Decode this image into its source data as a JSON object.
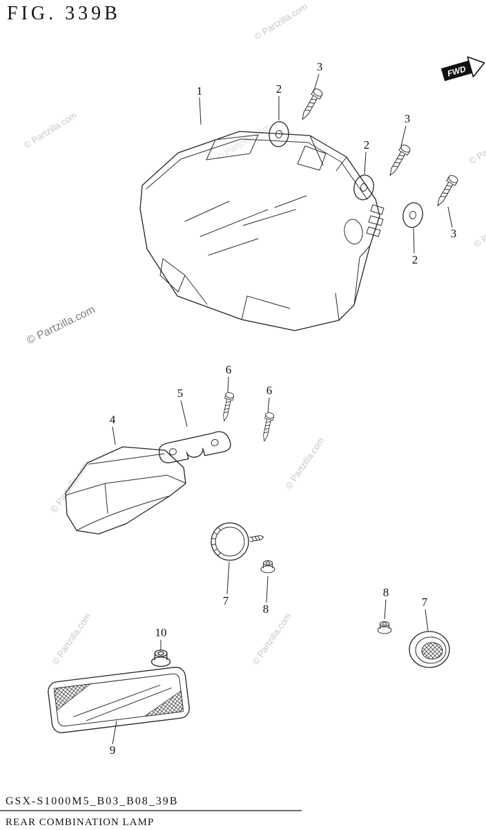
{
  "figure": {
    "title": "FIG. 339B"
  },
  "fwd": {
    "label": "FWD"
  },
  "watermark": {
    "text": "© Partzilla.com"
  },
  "callouts": {
    "c1": "1",
    "c2": "2",
    "c3": "3",
    "c4": "4",
    "c5": "5",
    "c6": "6",
    "c7": "7",
    "c8": "8",
    "c9": "9",
    "c10": "10"
  },
  "footer": {
    "code": "GSX-S1000M5_B03_B08_39B",
    "name": "REAR COMBINATION LAMP"
  }
}
